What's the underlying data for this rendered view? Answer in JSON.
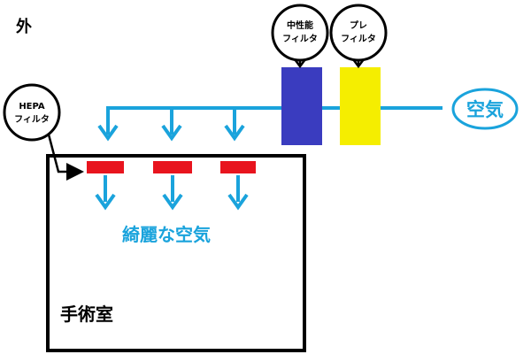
{
  "outside_label": "外",
  "air_label": "空気",
  "clean_air_label": "綺麗な空気",
  "room_label": "手術室",
  "callouts": {
    "hepa": [
      "HEPA",
      "フィルタ"
    ],
    "medium": [
      "中性能",
      "フィルタ"
    ],
    "pre": [
      "プレ",
      "フィルタ"
    ]
  },
  "colors": {
    "duct": "#1aa3dc",
    "clean_air_text": "#1aa3dc",
    "hepa_filter": "#e8141e",
    "medium_filter": "#3a3cbf",
    "pre_filter": "#f5ee00",
    "room_outline": "#000000"
  }
}
